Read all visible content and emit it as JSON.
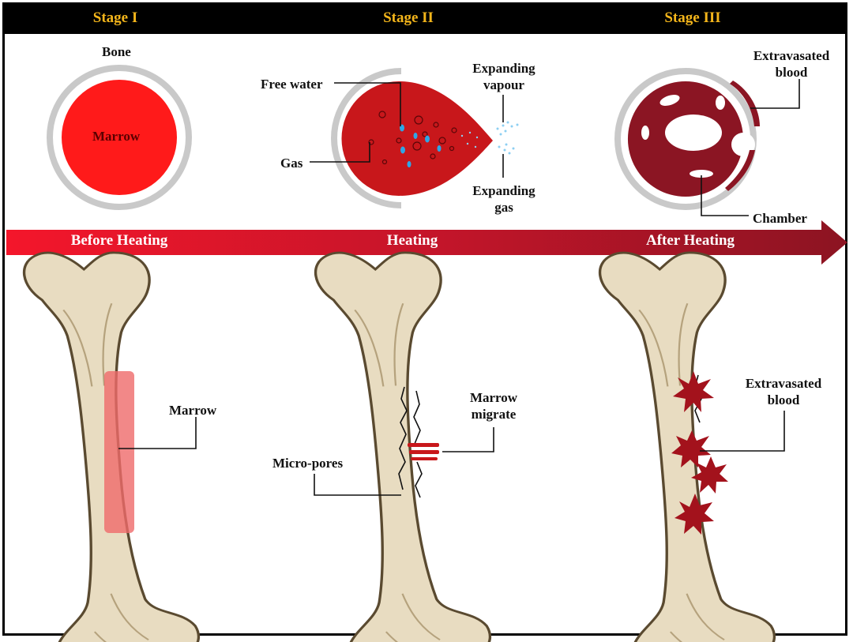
{
  "stages": [
    {
      "title": "Stage I"
    },
    {
      "title": "Stage II"
    },
    {
      "title": "Stage III"
    }
  ],
  "stage1": {
    "bone_label": "Bone",
    "marrow_label": "Marrow"
  },
  "stage2": {
    "free_water": "Free water",
    "gas": "Gas",
    "expanding_vapour_1": "Expanding",
    "expanding_vapour_2": "vapour",
    "expanding_gas_1": "Expanding",
    "expanding_gas_2": "gas"
  },
  "stage3": {
    "extravasated_1": "Extravasated",
    "extravasated_2": "blood",
    "chamber": "Chamber"
  },
  "process_arrow": {
    "before": "Before Heating",
    "during": "Heating",
    "after": "After Heating"
  },
  "bones": {
    "marrow": "Marrow",
    "micro_pores": "Micro-pores",
    "marrow_migrate_1": "Marrow",
    "marrow_migrate_2": "migrate",
    "extravasated_1": "Extravasated",
    "extravasated_2": "blood"
  },
  "colors": {
    "title_gold": "#f3b51b",
    "marrow_red": "#ff1a1a",
    "stage2_red": "#c8171b",
    "stage3_dark": "#8b1523",
    "bone_ring": "#c9c9c9",
    "bone_fill": "#e8dcc1"
  }
}
